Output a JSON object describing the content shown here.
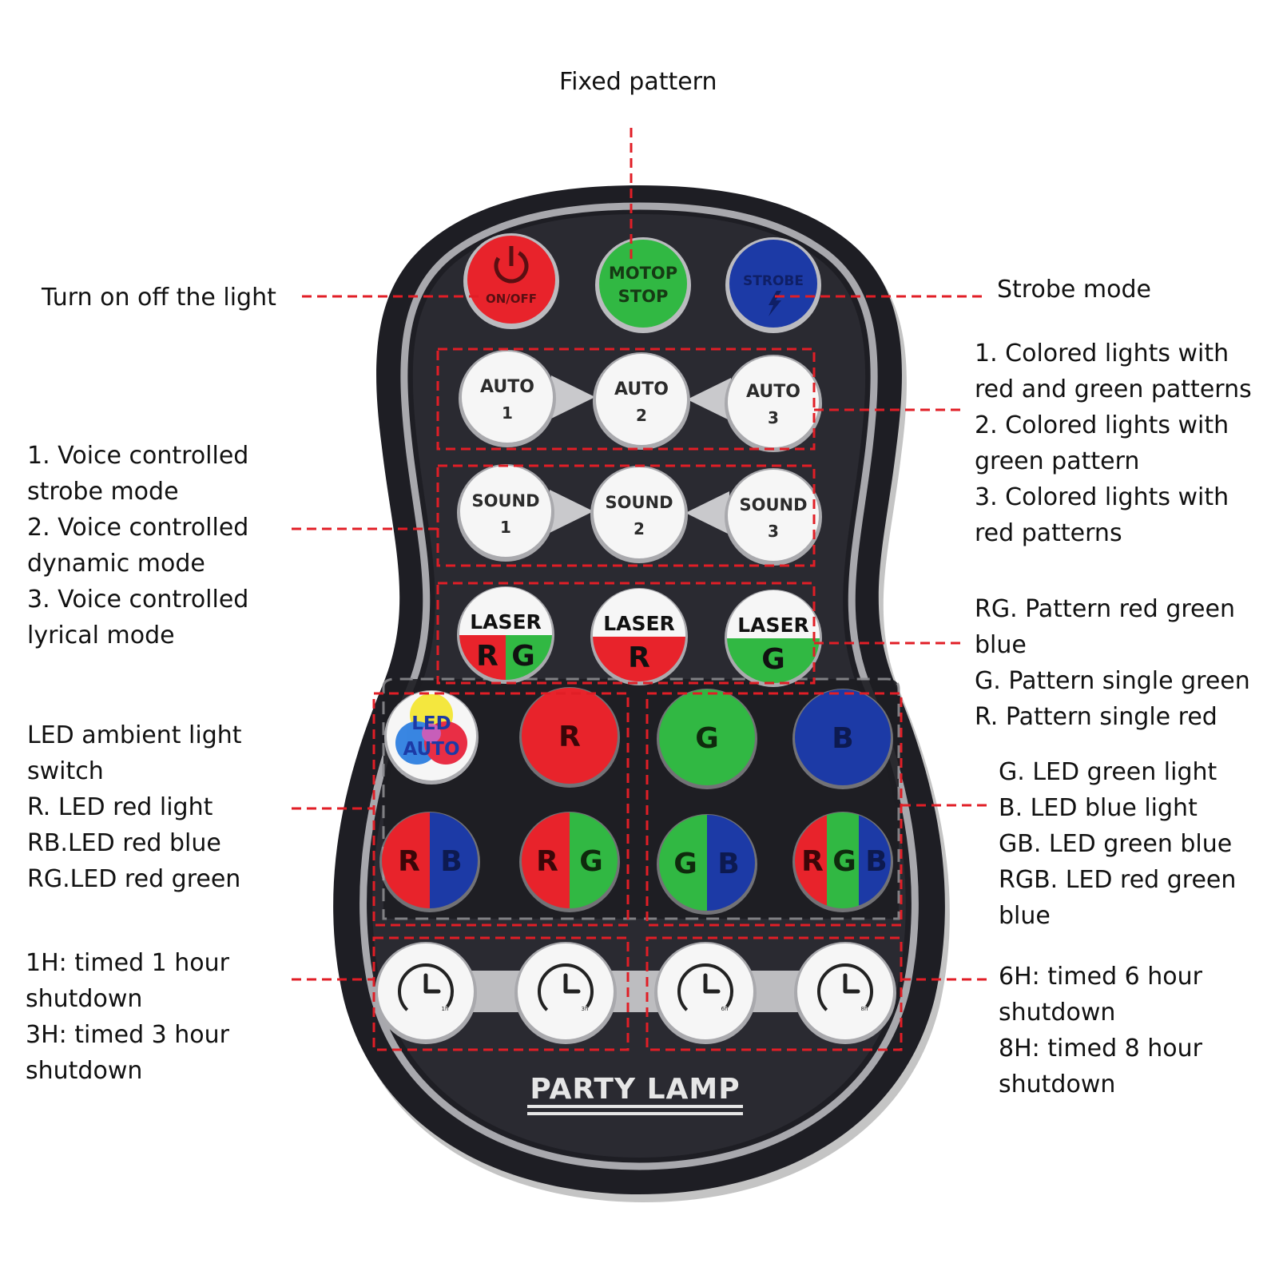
{
  "colors": {
    "body_outer": "#9a9a9a",
    "body_fill": "#26262c",
    "panel": "#1b1b20",
    "red": "#e8232b",
    "green": "#31b843",
    "blue": "#1c3aa6",
    "white_button": "#f6f6f6",
    "callout_line": "#e11e26",
    "connector": "#c4c4c4"
  },
  "annotations": {
    "fixed_pattern": [
      "Fixed pattern"
    ],
    "power": [
      "Turn on off the light"
    ],
    "strobe": [
      "Strobe mode"
    ],
    "auto": [
      "1. Colored lights with",
      "red and green patterns",
      "2. Colored lights with",
      "green pattern",
      "3. Colored lights with",
      "red patterns"
    ],
    "sound": [
      "1. Voice controlled",
      "strobe mode",
      "2. Voice controlled",
      "dynamic mode",
      "3. Voice controlled",
      "lyrical mode"
    ],
    "laser": [
      "RG. Pattern red green",
      "blue",
      "G. Pattern single green",
      "R. Pattern single red"
    ],
    "led_left": [
      "LED ambient light",
      "switch",
      "R. LED red light",
      "RB.LED red blue",
      "RG.LED red green"
    ],
    "led_right": [
      "G. LED green light",
      "B. LED blue light",
      "GB. LED green blue",
      "RGB. LED red green",
      "blue"
    ],
    "timer_left": [
      "1H: timed 1 hour",
      "shutdown",
      "3H: timed 3 hour",
      "shutdown"
    ],
    "timer_right": [
      "6H: timed 6 hour",
      "shutdown",
      "8H: timed 8 hour",
      "shutdown"
    ]
  },
  "remote": {
    "brand": "PARTY LAMP",
    "top_row": {
      "power_label": "ON/OFF",
      "power_icon": "power-icon",
      "motor_line1": "MOTOP",
      "motor_line2": "STOP",
      "strobe_label": "STROBE",
      "strobe_icon": "lightning-icon"
    },
    "auto_buttons": [
      {
        "line1": "AUTO",
        "line2": "1"
      },
      {
        "line1": "AUTO",
        "line2": "2"
      },
      {
        "line1": "AUTO",
        "line2": "3"
      }
    ],
    "sound_buttons": [
      {
        "line1": "SOUND",
        "line2": "1"
      },
      {
        "line1": "SOUND",
        "line2": "2"
      },
      {
        "line1": "SOUND",
        "line2": "3"
      }
    ],
    "laser_buttons": [
      {
        "top": "LASER",
        "letters": [
          "R",
          "G"
        ]
      },
      {
        "top": "LASER",
        "letters": [
          "R"
        ]
      },
      {
        "top": "LASER",
        "letters": [
          "G"
        ]
      }
    ],
    "led_buttons": {
      "led_auto": {
        "line1": "LED",
        "line2": "AUTO"
      },
      "r": "R",
      "g": "G",
      "b": "B",
      "rb": [
        "R",
        "B"
      ],
      "rg": [
        "R",
        "G"
      ],
      "gb": [
        "G",
        "B"
      ],
      "rgb": [
        "R",
        "G",
        "B"
      ]
    },
    "timer_buttons": [
      {
        "icon": "clock-icon",
        "label": "1h"
      },
      {
        "icon": "clock-icon",
        "label": "3h"
      },
      {
        "icon": "clock-icon",
        "label": "6h"
      },
      {
        "icon": "clock-icon",
        "label": "8h"
      }
    ]
  }
}
